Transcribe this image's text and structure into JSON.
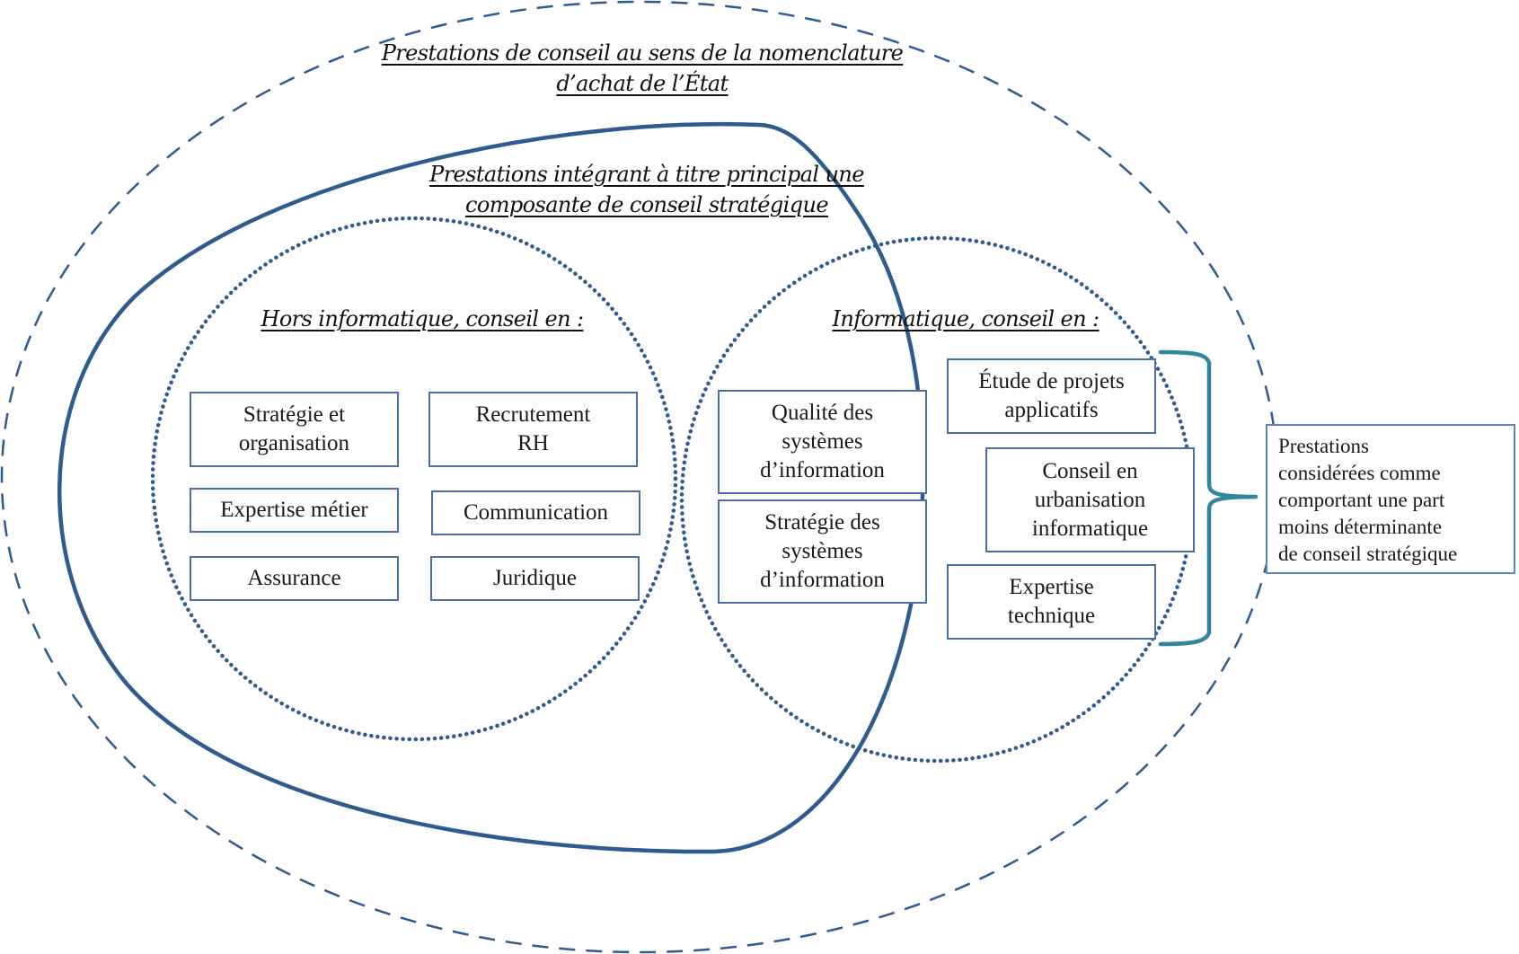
{
  "colors": {
    "outline_blue": "#2f5b8f",
    "box_border": "#4a6fa5",
    "brace_teal": "#31859c",
    "note_border": "#5a86c0"
  },
  "sets": {
    "outer": {
      "label_line1": "Prestations de conseil au sens de la nomenclature",
      "label_line2": "d’achat de l’État",
      "style": "dashed"
    },
    "strategic": {
      "label_line1": "Prestations intégrant à titre principal une",
      "label_line2": "composante de conseil stratégique",
      "style": "solid"
    },
    "non_it": {
      "label": "Hors informatique, conseil en :",
      "style": "dotted",
      "items": [
        "Stratégie et\norganisation",
        "Recrutement\nRH",
        "Expertise métier",
        "Communication",
        "Assurance",
        "Juridique"
      ]
    },
    "it": {
      "label": "Informatique, conseil en :",
      "style": "dotted",
      "items_strategic": [
        "Qualité des\nsystèmes\nd’information",
        "Stratégie des\nsystèmes\nd’information"
      ],
      "items_less_strategic": [
        "Étude de projets\napplicatifs",
        "Conseil en\nurbanisation\ninformatique",
        "Expertise\ntechnique"
      ]
    }
  },
  "annotation": {
    "text": "Prestations\nconsidérées comme\ncomportant une part\nmoins déterminante\nde conseil stratégique"
  }
}
